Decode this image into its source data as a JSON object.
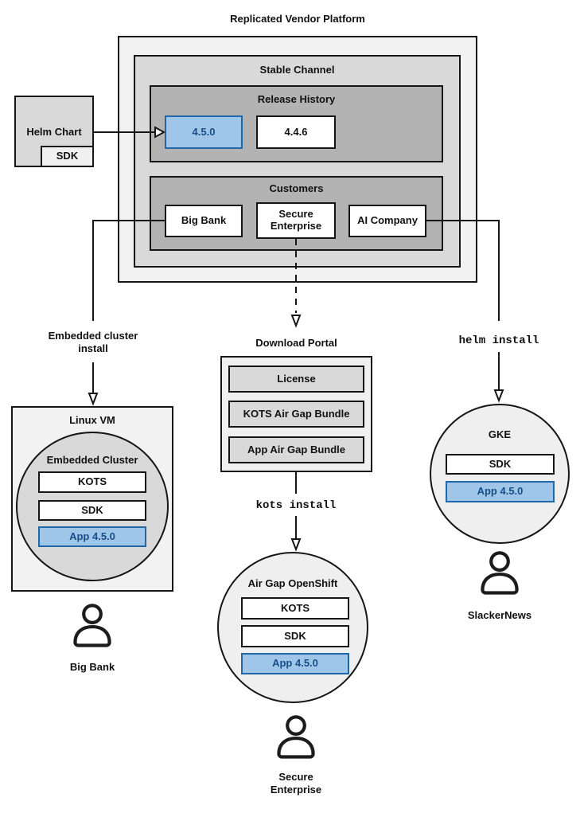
{
  "diagram_title": "Replicated Vendor Platform",
  "colors": {
    "highlight_fill": "#9fc5e8",
    "highlight_border": "#2166a5",
    "highlight_text": "#174e87",
    "container_lightest": "#f2f2f2",
    "container_light": "#d9d9d9",
    "container_mid": "#b3b3b3"
  },
  "platform": {
    "stable_channel_label": "Stable Channel",
    "release_history_label": "Release History",
    "release_current": "4.5.0",
    "release_previous": "4.4.6",
    "customers_label": "Customers",
    "customer_big_bank": "Big Bank",
    "customer_secure_enterprise": "Secure Enterprise",
    "customer_ai_company": "AI Company"
  },
  "helm_chart": {
    "label": "Helm Chart",
    "sdk": "SDK"
  },
  "left_branch": {
    "arrow_label_line1": "Embedded cluster",
    "arrow_label_line2": "install",
    "vm_label": "Linux VM",
    "cluster_label": "Embedded Cluster",
    "components": [
      "KOTS",
      "SDK",
      "App 4.5.0"
    ],
    "user": "Big Bank"
  },
  "middle_branch": {
    "portal_label": "Download Portal",
    "portal_items": [
      "License",
      "KOTS Air Gap Bundle",
      "App Air Gap Bundle"
    ],
    "command": "kots install",
    "cluster_label": "Air Gap OpenShift",
    "components": [
      "KOTS",
      "SDK",
      "App 4.5.0"
    ],
    "user_line1": "Secure",
    "user_line2": "Enterprise"
  },
  "right_branch": {
    "command": "helm install",
    "cluster_label": "GKE",
    "components": [
      "SDK",
      "App 4.5.0"
    ],
    "user": "SlackerNews"
  }
}
